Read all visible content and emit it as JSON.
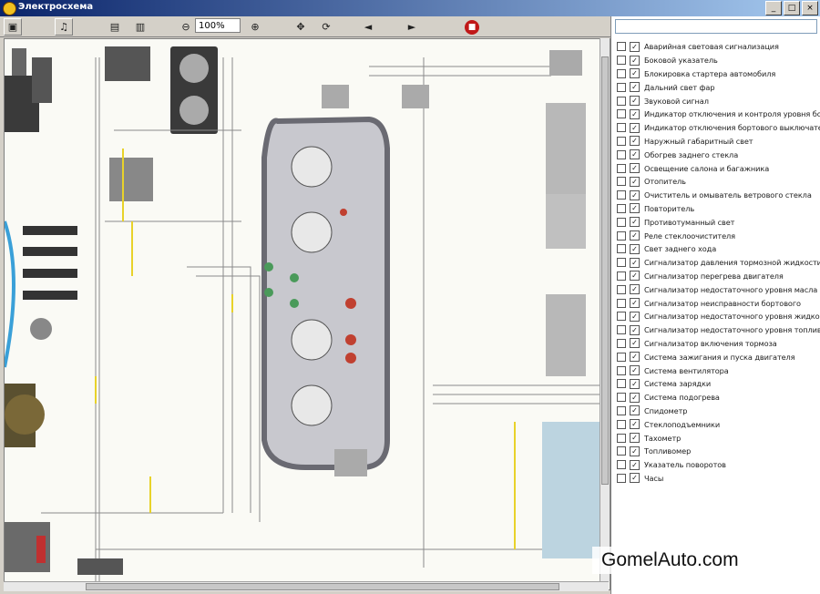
{
  "window": {
    "title": "Электросхема",
    "min_label": "_",
    "max_label": "□",
    "close_label": "×"
  },
  "toolbar": {
    "zoom_value": "100%",
    "buttons": [
      "open-icon",
      "music-icon",
      "page-icon",
      "print-icon",
      "zoom-out-icon",
      "zoom-in-icon",
      "pointer-icon",
      "refresh-icon",
      "back-icon",
      "forward-icon",
      "stop-icon"
    ]
  },
  "search": {
    "placeholder": ""
  },
  "layers": [
    "Аварийная световая сигнализация",
    "Боковой указатель",
    "Блокировка стартера автомобиля",
    "Дальний свет фар",
    "Звуковой сигнал",
    "Индикатор отключения и контроля уровня бортов",
    "Индикатор отключения бортового выключателя",
    "Наружный габаритный свет",
    "Обогрев заднего стекла",
    "Освещение салона и багажника",
    "Отопитель",
    "Очиститель и омыватель ветрового стекла",
    "Повторитель",
    "Противотуманный свет",
    "Реле стеклоочистителя",
    "Свет заднего хода",
    "Сигнализатор давления тормозной жидкости",
    "Сигнализатор перегрева двигателя",
    "Сигнализатор недостаточного уровня масла",
    "Сигнализатор неисправности бортового",
    "Сигнализатор недостаточного уровня жидкости",
    "Сигнализатор недостаточного уровня топлива",
    "Сигнализатор включения тормоза",
    "Система зажигания и пуска двигателя",
    "Система вентилятора",
    "Система зарядки",
    "Система подогрева",
    "Спидометр",
    "Стеклоподъемники",
    "Тахометр",
    "Топливомер",
    "Указатель поворотов",
    "Часы"
  ],
  "watermark": "GomelAuto.com",
  "colors": {
    "wire_yellow": "#e8d22a",
    "wire_gray": "#8a8a8a",
    "cluster_gray": "#9a9aa2",
    "title_blue": "#0a246a"
  }
}
